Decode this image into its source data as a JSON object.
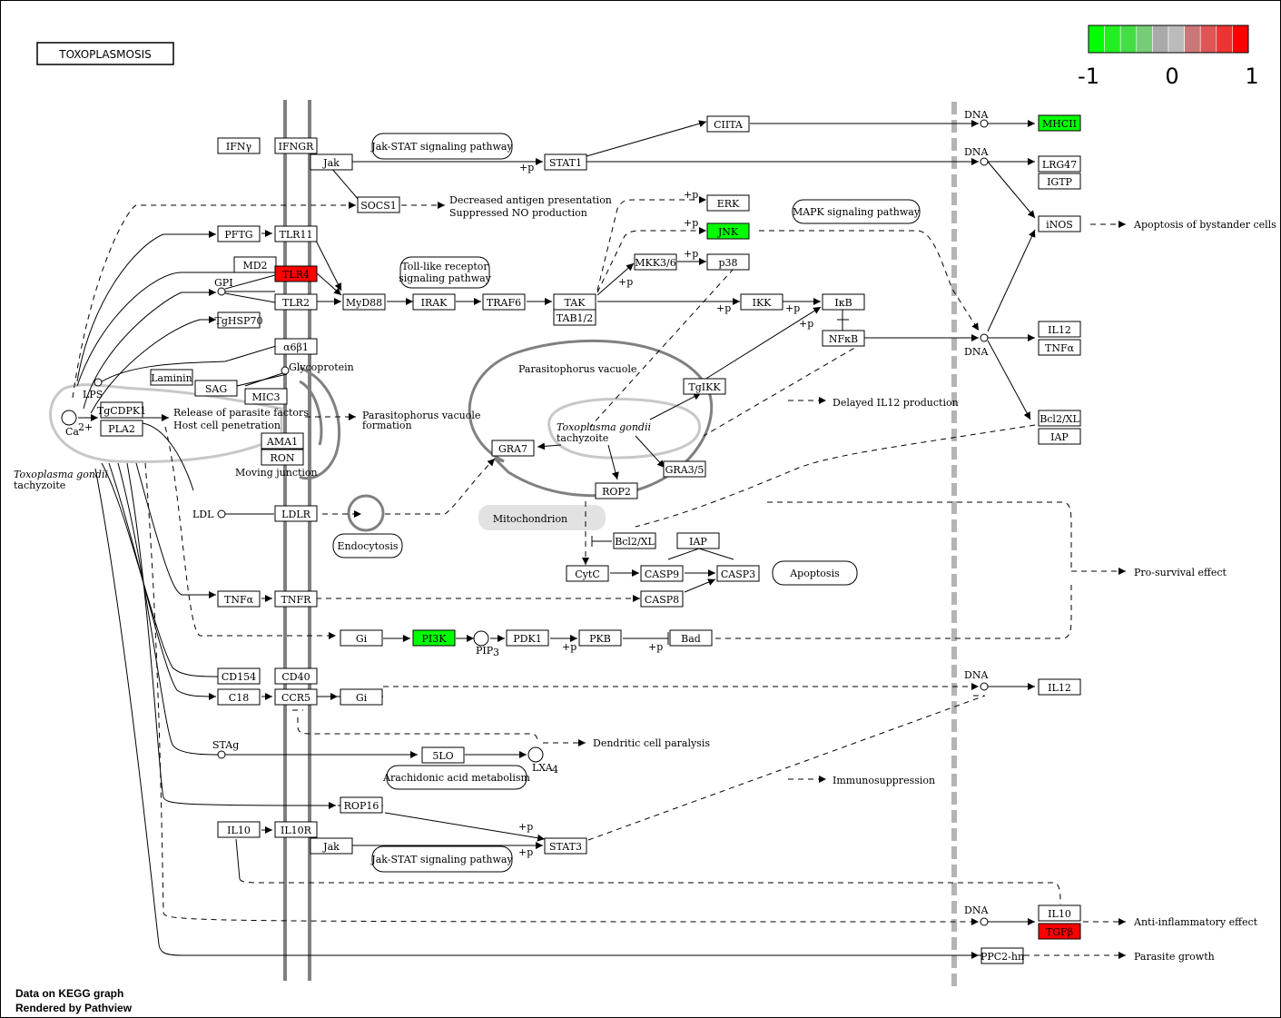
{
  "title": "TOXOPLASMOSIS",
  "legend": {
    "min_label": "-1",
    "mid_label": "0",
    "max_label": "1",
    "colors": [
      "#00ff00",
      "#22ee22",
      "#44dd44",
      "#77cc77",
      "#aaaaaa",
      "#bbbbbb",
      "#cc7777",
      "#dd5555",
      "#ee3333",
      "#ff0000"
    ]
  },
  "footer": {
    "line1": "Data on KEGG graph",
    "line2": "Rendered by Pathview"
  },
  "colors": {
    "up": "#ff0000",
    "down": "#00ff00",
    "none": "#ffffff",
    "membrane": "#808080",
    "dna_line": "#b4b4b4"
  },
  "genes": {
    "ifng": "IFNγ",
    "ifngr": "IFNGR",
    "jak1": "Jak",
    "stat1": "STAT1",
    "ciita": "CIITA",
    "mhcii": "MHCII",
    "lrg47": "LRG47",
    "igtp": "IGTP",
    "inos": "iNOS",
    "socs1": "SOCS1",
    "pftg": "PFTG",
    "tlr11": "TLR11",
    "md2": "MD2",
    "tlr4": "TLR4",
    "tlr2": "TLR2",
    "myd88": "MyD88",
    "irak": "IRAK",
    "traf6": "TRAF6",
    "tak": "TAK",
    "tab12": "TAB1/2",
    "erk": "ERK",
    "jnk": "JNK",
    "mkk36": "MKK3/6",
    "p38": "p38",
    "ikk": "IKK",
    "ikb": "IκB",
    "nfkb": "NFκB",
    "il12a": "IL12",
    "tnfa_out": "TNFα",
    "bcl2xl_out": "Bcl2/XL",
    "iap_out": "IAP",
    "tghsp70": "TgHSP70",
    "a6b1": "α6β1",
    "laminin": "Laminin",
    "sag": "SAG",
    "mic3": "MIC3",
    "tgcdpk1": "TgCDPK1",
    "pla2": "PLA2",
    "ama1": "AMA1",
    "ron": "RON",
    "tgikk": "TgIKK",
    "gra7": "GRA7",
    "gra35": "GRA3/5",
    "rop2": "ROP2",
    "ldlr": "LDLR",
    "bcl2xl_in": "Bcl2/XL",
    "iap_in": "IAP",
    "cytc": "CytC",
    "casp9": "CASP9",
    "casp3": "CASP3",
    "casp8": "CASP8",
    "tnfa_in": "TNFα",
    "tnfr": "TNFR",
    "gi1": "Gi",
    "pi3k": "PI3K",
    "pdk1": "PDK1",
    "pkb": "PKB",
    "bad": "Bad",
    "cd154": "CD154",
    "cd40": "CD40",
    "c18": "C18",
    "ccr5": "CCR5",
    "gi2": "Gi",
    "il12b": "IL12",
    "5lo": "5LO",
    "rop16": "ROP16",
    "il10a": "IL10",
    "il10r": "IL10R",
    "jak2": "Jak",
    "stat3": "STAT3",
    "il10b": "IL10",
    "tgfb": "TGFβ",
    "ppc2": "PPC2-hn"
  },
  "pathways": {
    "jakstat1": "Jak-STAT signaling pathway",
    "mapk": "MAPK signaling pathway",
    "tlr": "Toll-like receptor",
    "tlr_2": "signaling pathway",
    "apoptosis": "Apoptosis",
    "arachidonic": "Arachidonic acid  metabolism",
    "endocytosis": "Endocytosis",
    "jakstat2": "Jak-STAT signaling pathway"
  },
  "notes": {
    "decreased_1": "Decreased antigen presentation",
    "decreased_2": "Suppressed NO production",
    "apoptosis_bystander": "Apoptosis of bystander cells",
    "delayed_il12": "Delayed IL12 production",
    "pro_survival": "Pro-survival effect",
    "dendritic": "Dendritic cell paralysis",
    "immuno": "Immunosuppression",
    "anti_inflam": "Anti-inflammatory effect",
    "parasite_growth": "Parasite growth",
    "release_1": "Release of parasite factors",
    "release_2": "Host cell penetration",
    "pv_formation_1": "Parasitophorus vacuole",
    "pv_formation_2": "formation",
    "moving_junction": "Moving junction",
    "pv_label": "Parasitophorus vacuole",
    "tg_tachy_in_1": "Toxoplasma gondii",
    "tg_tachy_in_2": "tachyzoite",
    "tg_tachy_out_1": "Toxoplasma gondii",
    "tg_tachy_out_2": "tachyzoite",
    "mitochondrion": "Mitochondrion"
  },
  "compounds": {
    "gpi": "GPI",
    "lps": "LPS",
    "glycoprotein": "Glycoprotein",
    "ca": "Ca",
    "ca_sup": "2+",
    "ldl": "LDL",
    "pip3": "PIP",
    "pip3_sub": "3",
    "stag": "STAg",
    "lxa4": "LXA",
    "lxa4_sub": "4"
  },
  "marks": {
    "plus_p": "+p",
    "dna": "DNA"
  }
}
